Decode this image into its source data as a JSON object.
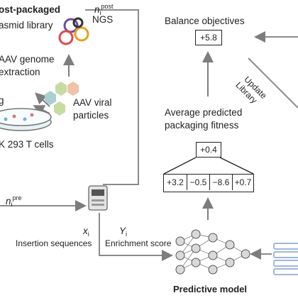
{
  "left": {
    "title": "ost-packaged",
    "plasmid": "asmid library",
    "genome_1": "AAV genome",
    "genome_2": "extraction",
    "g_fragment": "g",
    "cells": "K 293 T cells",
    "viral_1": "AAV viral",
    "viral_2": "particles",
    "ngs": "NGS"
  },
  "n_post": {
    "base": "n",
    "sub": "i",
    "sup": "post"
  },
  "n_pre": {
    "base": "n",
    "sub": "i",
    "sup": "pre"
  },
  "xi": {
    "base": "x",
    "sub": "i",
    "caption": "Insertion sequences"
  },
  "yi": {
    "base": "Y",
    "sub": "i",
    "caption": "Enrichment score"
  },
  "balance": {
    "title": "Balance objectives",
    "value": "+5.8"
  },
  "fitness": {
    "title_1": "Average predicted",
    "title_2": "packaging fitness",
    "mean": "+0.4",
    "values": [
      "+3.2",
      "−0.5",
      "−8.6",
      "+0.7"
    ]
  },
  "update": {
    "line1": "Update",
    "line2": "Library"
  },
  "model": {
    "label": "Predictive model"
  },
  "colors": {
    "line": "#8a8a8a",
    "arrow": "#7d7d7d",
    "dark": "#222222",
    "dish_fill": "#e6f1f5",
    "hex1": "#c7dca2",
    "hex2": "#f1c2a5",
    "hex3": "#a9cfd0",
    "stack": "#9fb6d9"
  }
}
